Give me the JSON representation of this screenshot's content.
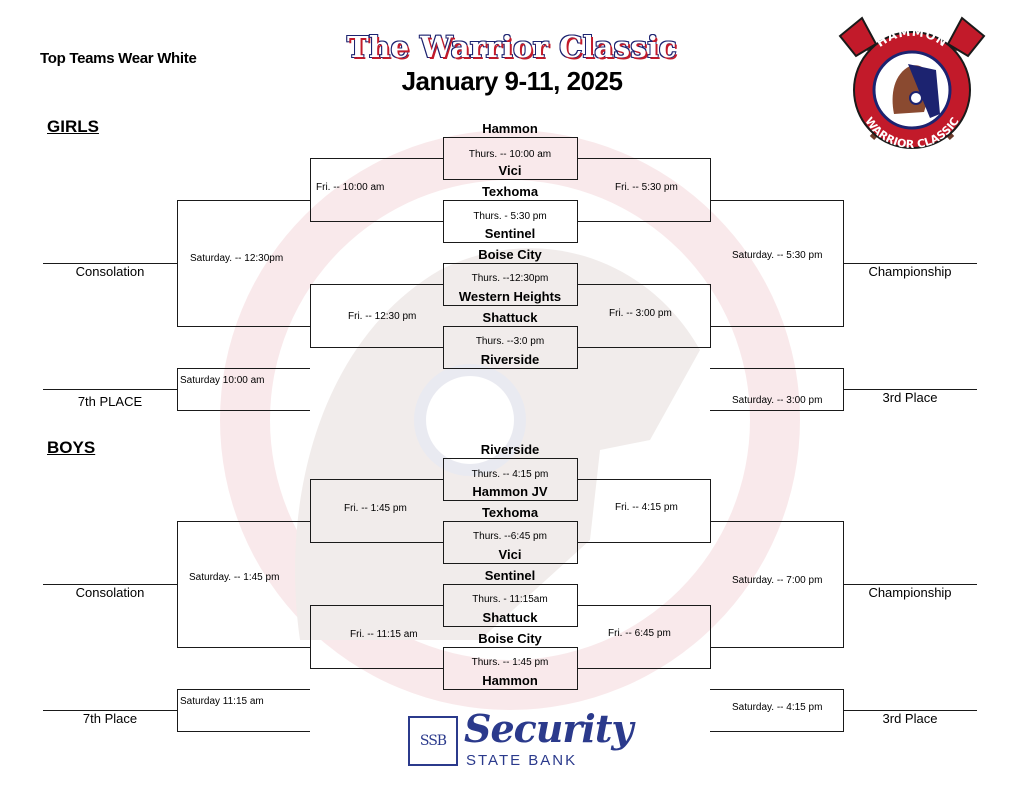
{
  "header": {
    "note": "Top Teams Wear White",
    "title": "The Warrior Classic",
    "dates": "January 9-11, 2025"
  },
  "logo": {
    "top_text": "HAMMON",
    "bottom_text": "WARRIOR CLASSIC",
    "colors": {
      "navy": "#1c2370",
      "red": "#c21a2a"
    }
  },
  "girls": {
    "heading": "GIRLS",
    "teams": [
      "Hammon",
      "Vici",
      "Texhoma",
      "Sentinel",
      "Boise City",
      "Western Heights",
      "Shattuck",
      "Riverside"
    ],
    "thursday_times": [
      "Thurs. -- 10:00 am",
      "Thurs. - 5:30 pm",
      "Thurs. --12:30pm",
      "Thurs. --3:0 pm"
    ],
    "fri_left_times": [
      "Fri. -- 10:00 am",
      "Fri. -- 12:30 pm"
    ],
    "fri_right_times": [
      "Fri. -- 5:30 pm",
      "Fri. -- 3:00 pm"
    ],
    "sat_left_time": "Saturday. -- 12:30pm",
    "sat_right_time": "Saturday. -- 5:30 pm",
    "seventh_time": "Saturday 10:00 am",
    "third_time": "Saturday. -- 3:00 pm",
    "consolation_label": "Consolation",
    "championship_label": "Championship",
    "seventh_label": "7th PLACE",
    "third_label": "3rd Place"
  },
  "boys": {
    "heading": "BOYS",
    "teams": [
      "Riverside",
      "Hammon JV",
      "Texhoma",
      "Vici",
      "Sentinel",
      "Shattuck",
      "Boise City",
      "Hammon"
    ],
    "thursday_times": [
      "Thurs. -- 4:15 pm",
      "Thurs. --6:45 pm",
      "Thurs. - 11:15am",
      "Thurs. -- 1:45 pm"
    ],
    "fri_left_times": [
      "Fri. -- 1:45 pm",
      "Fri. -- 11:15 am"
    ],
    "fri_right_times": [
      "Fri. -- 4:15 pm",
      "Fri. -- 6:45 pm"
    ],
    "sat_left_time": "Saturday. -- 1:45 pm",
    "sat_right_time": "Saturday. -- 7:00 pm",
    "seventh_time": "Saturday 11:15 am",
    "third_time": "Saturday. -- 4:15 pm",
    "consolation_label": "Consolation",
    "championship_label": "Championship",
    "seventh_label": "7th Place",
    "third_label": "3rd Place"
  },
  "sponsor": {
    "monogram": "SSB",
    "name": "Security",
    "subtitle": "STATE BANK",
    "color": "#2b3a8c"
  }
}
